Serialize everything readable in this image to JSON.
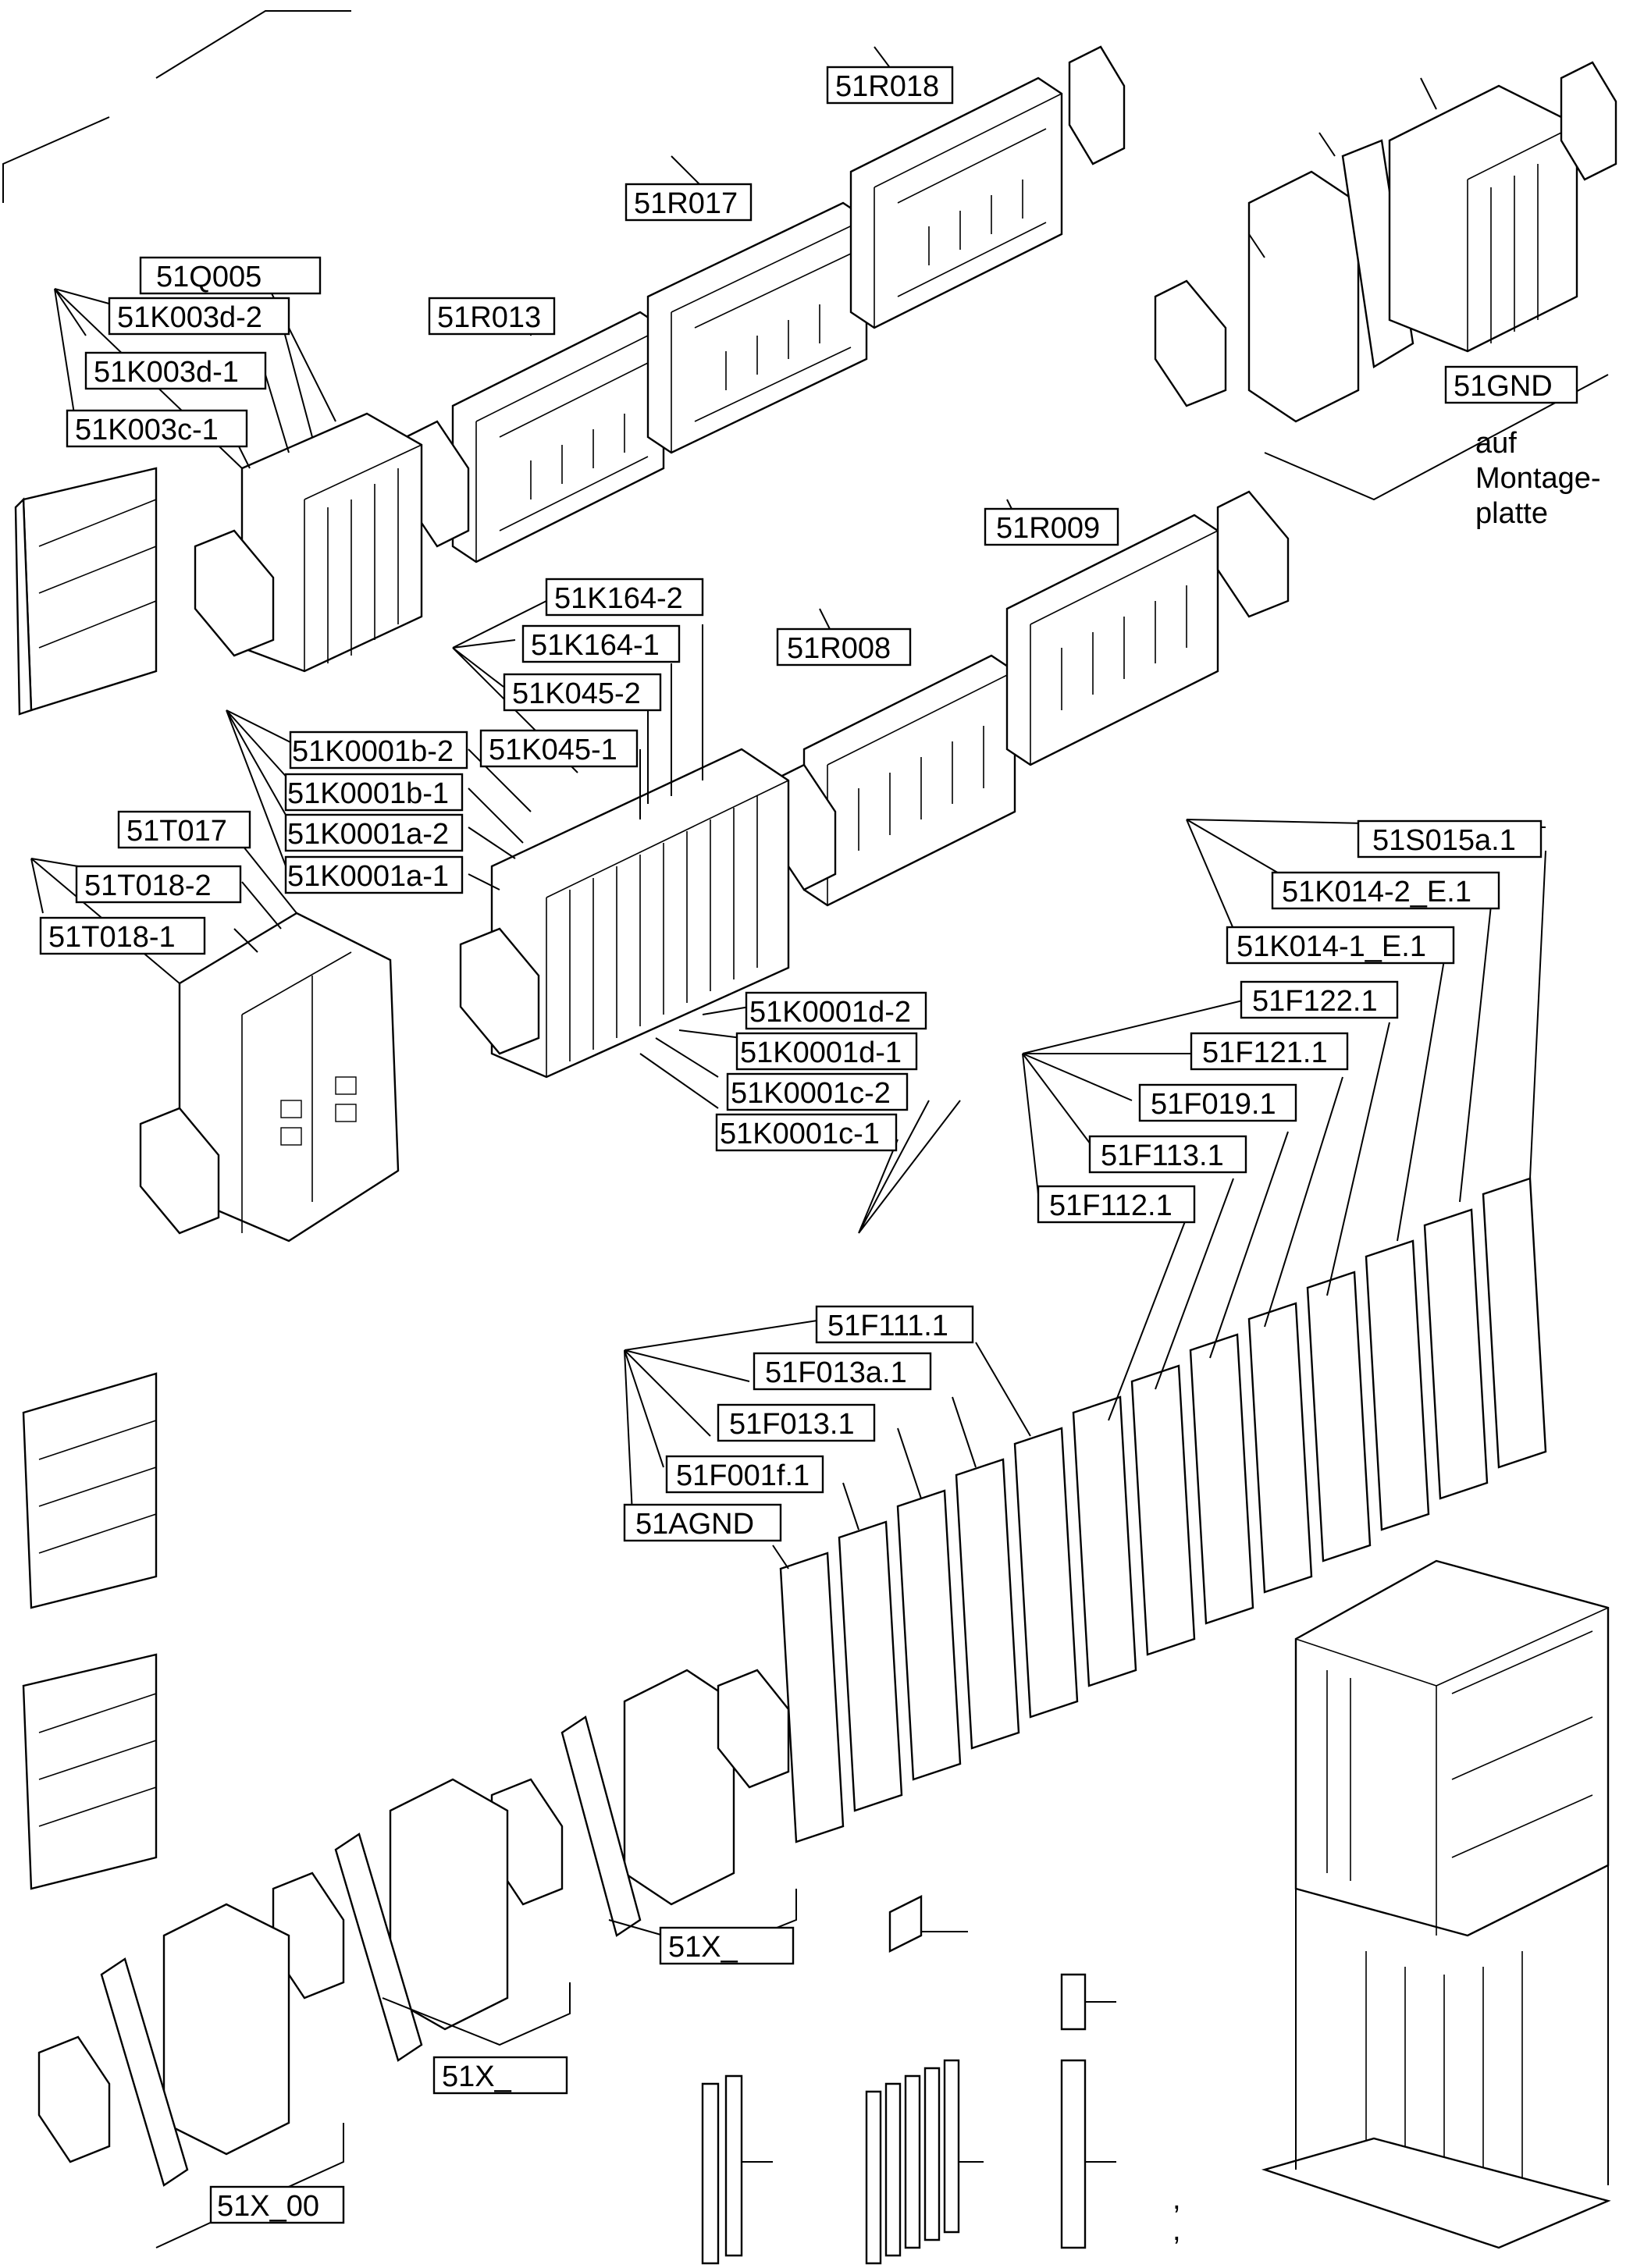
{
  "labels": {
    "R018": "51R018",
    "R017": "51R017",
    "R013": "51R013",
    "Q005": "51Q005",
    "K003d2": "51K003d-2",
    "K003d1": "51K003d-1",
    "K003c1": "51K003c-1",
    "GND": "51GND",
    "R009": "51R009",
    "K164_2": "51K164-2",
    "K164_1": "51K164-1",
    "K045_2": "51K045-2",
    "K045_1": "51K045-1",
    "R008": "51R008",
    "K0001b2": "51K0001b-2",
    "K0001b1": "51K0001b-1",
    "K0001a2": "51K0001a-2",
    "K0001a1": "51K0001a-1",
    "T017": "51T017",
    "T018_2": "51T018-2",
    "T018_1": "51T018-1",
    "S015a": "51S015a.1",
    "K014_2": "51K014-2_E.1",
    "K014_1": "51K014-1_E.1",
    "F122": "51F122.1",
    "F121": "51F121.1",
    "F019": "51F019.1",
    "F113": "51F113.1",
    "F112": "51F112.1",
    "K0001d2": "51K0001d-2",
    "K0001d1": "51K0001d-1",
    "K0001c2": "51K0001c-2",
    "K0001c1": "51K0001c-1",
    "F111": "51F111.1",
    "F013a": "51F013a.1",
    "F013": "51F013.1",
    "F001f": "51F001f.1",
    "AGND": "51AGND",
    "X_a": "51X_",
    "X_b": "51X_",
    "X_00": "51X_00"
  },
  "note": {
    "line1": "auf",
    "line2": "Montage-",
    "line3": "platte"
  },
  "comma1": ",",
  "comma2": ","
}
